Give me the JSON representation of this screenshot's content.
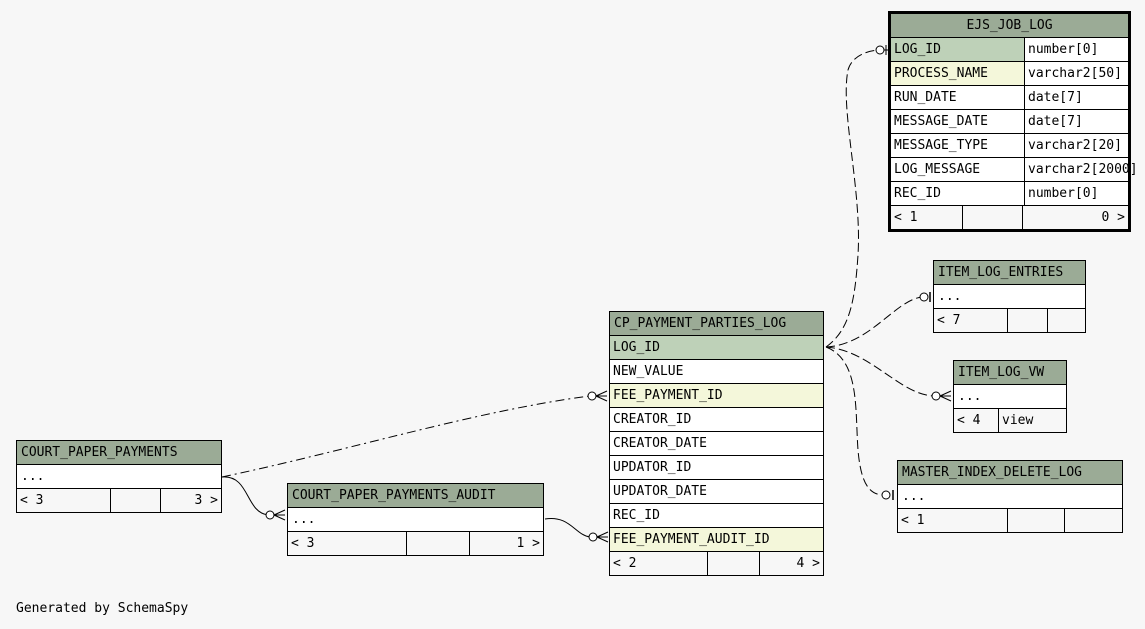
{
  "tables": {
    "ejs_job_log": {
      "name": "EJS_JOB_LOG",
      "columns": [
        {
          "name": "LOG_ID",
          "type": "number[0]"
        },
        {
          "name": "PROCESS_NAME",
          "type": "varchar2[50]"
        },
        {
          "name": "RUN_DATE",
          "type": "date[7]"
        },
        {
          "name": "MESSAGE_DATE",
          "type": "date[7]"
        },
        {
          "name": "MESSAGE_TYPE",
          "type": "varchar2[20]"
        },
        {
          "name": "LOG_MESSAGE",
          "type": "varchar2[2000]"
        },
        {
          "name": "REC_ID",
          "type": "number[0]"
        }
      ],
      "footer": {
        "parents": "< 1",
        "middle": "",
        "children": "0 >"
      }
    },
    "cp_payment_parties_log": {
      "name": "CP_PAYMENT_PARTIES_LOG",
      "columns": [
        "LOG_ID",
        "NEW_VALUE",
        "FEE_PAYMENT_ID",
        "CREATOR_ID",
        "CREATOR_DATE",
        "UPDATOR_ID",
        "UPDATOR_DATE",
        "REC_ID",
        "FEE_PAYMENT_AUDIT_ID"
      ],
      "footer": {
        "parents": "< 2",
        "middle": "",
        "children": "4 >"
      }
    },
    "item_log_entries": {
      "name": "ITEM_LOG_ENTRIES",
      "ellipsis": "...",
      "footer": {
        "parents": "< 7",
        "middle": "",
        "children": ""
      }
    },
    "item_log_vw": {
      "name": "ITEM_LOG_VW",
      "ellipsis": "...",
      "footer": {
        "parents": "< 4",
        "middle": "view"
      }
    },
    "master_index_delete_log": {
      "name": "MASTER_INDEX_DELETE_LOG",
      "ellipsis": "...",
      "footer": {
        "parents": "< 1",
        "middle": "",
        "children": ""
      }
    },
    "court_paper_payments": {
      "name": "COURT_PAPER_PAYMENTS",
      "ellipsis": "...",
      "footer": {
        "parents": "< 3",
        "middle": "",
        "children": "3 >"
      }
    },
    "court_paper_payments_audit": {
      "name": "COURT_PAPER_PAYMENTS_AUDIT",
      "ellipsis": "...",
      "footer": {
        "parents": "< 3",
        "middle": "",
        "children": "1 >"
      }
    }
  },
  "generated_by": "Generated by SchemaSpy",
  "colors": {
    "background": "#f7f7f7",
    "header": "#9bab96",
    "primary_key": "#bed1b8",
    "foreign_key": "#f4f7da",
    "line": "#000000"
  }
}
